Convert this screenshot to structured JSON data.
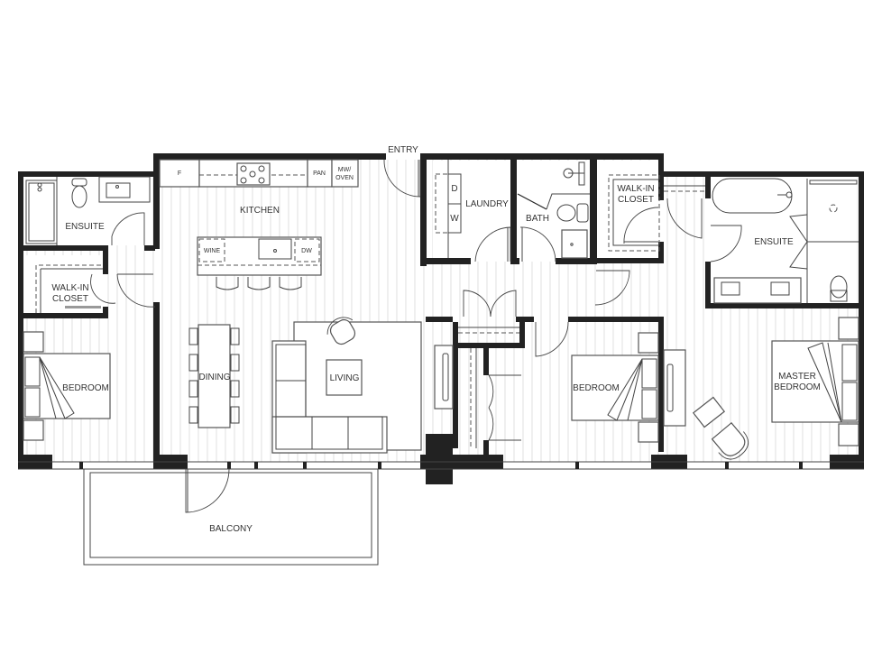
{
  "plan": {
    "labels": {
      "entry": "ENTRY",
      "kitchen": "KITCHEN",
      "fridge": "F",
      "pantry": "PAN",
      "mw_oven_1": "MW/",
      "mw_oven_2": "OVEN",
      "wine": "WINE",
      "dishwasher": "DW",
      "dining": "DINING",
      "living": "LIVING",
      "laundry": "LAUNDRY",
      "dryer": "D",
      "washer": "W",
      "bath": "BATH",
      "ensuite_left": "ENSUITE",
      "walkin_left_1": "WALK-IN",
      "walkin_left_2": "CLOSET",
      "bedroom_left": "BEDROOM",
      "walkin_right_1": "WALK-IN",
      "walkin_right_2": "CLOSET",
      "ensuite_right": "ENSUITE",
      "bedroom_middle": "BEDROOM",
      "master_1": "MASTER",
      "master_2": "BEDROOM",
      "balcony": "BALCONY"
    },
    "colors": {
      "wall": "#222222",
      "line": "#444444",
      "floor_lines": "#d8d8d8",
      "background": "#ffffff"
    }
  }
}
